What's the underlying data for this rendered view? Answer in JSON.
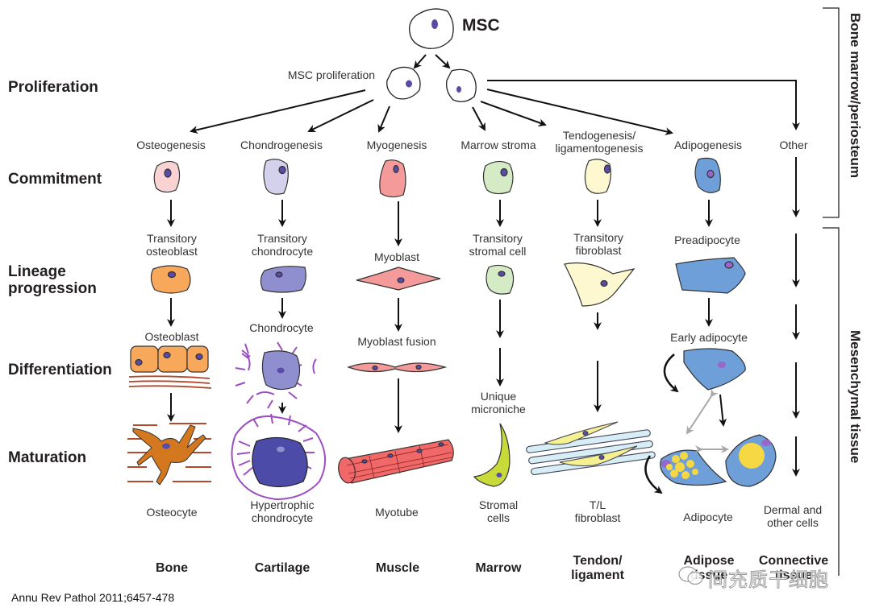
{
  "title": "MSC",
  "proliferation_label": "MSC proliferation",
  "stages": [
    "Proliferation",
    "Commitment",
    "Lineage\nprogression",
    "Differentiation",
    "Maturation"
  ],
  "lineages": [
    {
      "id": "bone",
      "pathway": "Osteogenesis",
      "step1": "Transitory\nosteoblast",
      "step2": "Osteoblast",
      "step3": "",
      "final": "Osteocyte",
      "tissue": "Bone",
      "color": "#f9d3d3"
    },
    {
      "id": "cartilage",
      "pathway": "Chondrogenesis",
      "step1": "Transitory\nchondrocyte",
      "step2": "Chondrocyte",
      "step3": "",
      "final": "Hypertrophic\nchondrocyte",
      "tissue": "Cartilage",
      "color": "#d3d1ec"
    },
    {
      "id": "muscle",
      "pathway": "Myogenesis",
      "step1": "Myoblast",
      "step2": "Myoblast fusion",
      "step3": "",
      "final": "Myotube",
      "tissue": "Muscle",
      "color": "#f59a9a"
    },
    {
      "id": "marrow",
      "pathway": "Marrow stroma",
      "step1": "Transitory\nstromal cell",
      "step2": "",
      "step3": "Unique\nmicroniche",
      "final": "Stromal\ncells",
      "tissue": "Marrow",
      "color": "#d5ebc5"
    },
    {
      "id": "tendon",
      "pathway": "Tendogenesis/\nligamentogenesis",
      "step1": "Transitory\nfibroblast",
      "step2": "",
      "step3": "",
      "final": "T/L\nfibroblast",
      "tissue": "Tendon/\nligament",
      "color": "#fdf8cf"
    },
    {
      "id": "adipose",
      "pathway": "Adipogenesis",
      "step1": "Preadipocyte",
      "step2": "Early adipocyte",
      "step3": "",
      "final": "Adipocyte",
      "tissue": "Adipose\ntissue",
      "color": "#6f9fd8"
    },
    {
      "id": "connective",
      "pathway": "Other",
      "step1": "",
      "step2": "",
      "step3": "",
      "final": "Dermal and\nother cells",
      "tissue": "Connective\ntissue",
      "color": ""
    }
  ],
  "brackets": {
    "top": "Bone marrow/periosteum",
    "bottom": "Mesenchymal tissue"
  },
  "citation": "Annu Rev Pathol 2011;6457-478",
  "watermark": "间充质干细胞",
  "colors": {
    "nucleus": "#5b4ba8",
    "osteo_orange": "#f7a85a",
    "osteocyte": "#d4781f",
    "collagen": "#b5482a",
    "chondro_matrix": "#9b4fc1",
    "chondro_dark": "#4d4ba8",
    "chondro_mid": "#8f8fd0",
    "muscle": "#f06868",
    "stromal_final": "#c8d93a",
    "tendon_fiber": "#d7eef7",
    "tendon_cell": "#f6f190",
    "adipo": "#6f9fd8",
    "lipid": "#f5d843",
    "gray_arrow": "#a8a8a8"
  }
}
